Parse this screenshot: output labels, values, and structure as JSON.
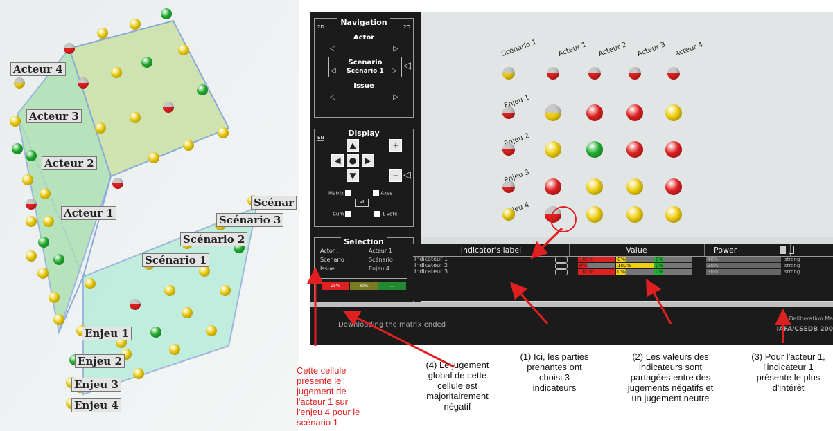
{
  "left_scene": {
    "actor_labels": [
      "Acteur 4",
      "Acteur 3",
      "Acteur 2",
      "Acteur 1"
    ],
    "scenario_labels": [
      "Scénar",
      "Scénario 3",
      "Scénario 2",
      "Scénario 1"
    ],
    "issue_labels": [
      "Enjeu 1",
      "Enjeu 2",
      "Enjeu 3",
      "Enjeu 4"
    ]
  },
  "navigation": {
    "title": "Navigation",
    "mode_left": "2D",
    "mode_right": "2D",
    "actor_label": "Actor",
    "scenario_label": "Scenario",
    "scenario_value": "Scénario 1",
    "issue_label": "Issue"
  },
  "display": {
    "title": "Display",
    "lang": "EN",
    "matrix_label": "Matrix",
    "axes_label": "Axes",
    "all_label": "all",
    "cum_label": "Cum",
    "votes_label": "1 vote"
  },
  "matrix": {
    "column_labels": [
      "Scénario 1",
      "Acteur 1",
      "Acteur 2",
      "Acteur 3",
      "Acteur 4"
    ],
    "row_labels": [
      "Enjeu 1",
      "Enjeu 2",
      "Enjeu 3",
      "Enjeu 4"
    ]
  },
  "selection": {
    "title": "Selection",
    "actor_label": "Actor :",
    "actor_value": "Acteur 1",
    "scenario_label": "Scenario :",
    "scenario_value": "Scénario",
    "issue_label": "Issue :",
    "issue_value": "Enjeu 4",
    "summary": [
      "25%",
      "30%",
      "..."
    ]
  },
  "indicator_table": {
    "headers": [
      "Indicator's label",
      "Value",
      "Power"
    ],
    "rows": [
      {
        "label": "Indicateur 1",
        "values": [
          "100%",
          "0%",
          "0%"
        ],
        "power": "40%",
        "strength": "strong"
      },
      {
        "label": "Indicateur 2",
        "values": [
          "0%",
          "100%",
          "0%"
        ],
        "power": "30%",
        "strength": "strong"
      },
      {
        "label": "Indicateur 3",
        "values": [
          "100%",
          "0%",
          "0%"
        ],
        "power": "30%",
        "strength": "strong"
      }
    ]
  },
  "status": {
    "message": "Downloading the matrix ended",
    "footer_1": "Deliberation Ma",
    "footer_2": "IAFA/CSEDB 200"
  },
  "annotations": {
    "red_note": "Cette cellule présente le jugement de l'acteur 1 sur l'enjeu 4 pour le scénario 1",
    "note_4": "(4) Le jugement global de cette cellule est majoritairement négatif",
    "note_1": "(1) Ici, les parties prenantes ont choisi 3 indicateurs",
    "note_2": "(2) Les valeurs des indicateurs sont partagées entre des jugements négatifs et un jugement neutre",
    "note_3": "(3) Pour l'acteur 1, l'indicateur 1 présente le plus d'intérêt"
  },
  "colors": {
    "red": "#e02020",
    "green": "#22b030",
    "yellow": "#f0d010",
    "grey": "#c8c8c8"
  }
}
